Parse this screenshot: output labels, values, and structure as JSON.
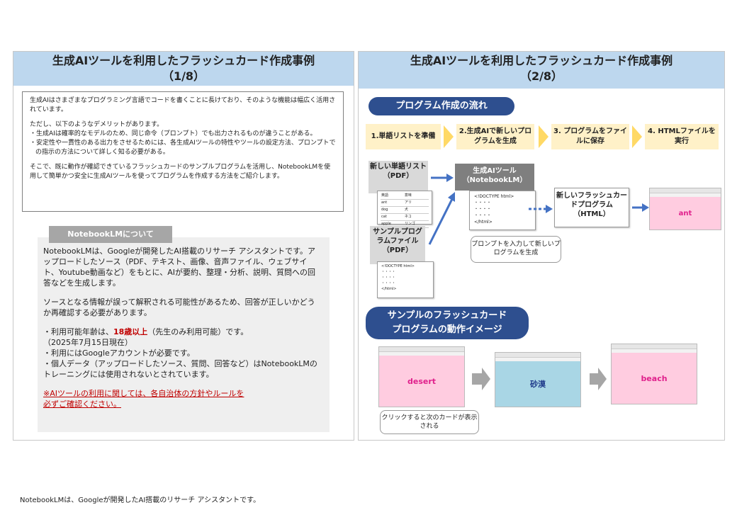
{
  "left": {
    "title_line1": "生成AIツールを利用したフラッシュカード作成事例",
    "title_line2": "（1/8）",
    "intro_p1": "生成AIはさまざまなプログラミング言語でコードを書くことに長けており、そのような機能は幅広く活用されています。",
    "intro_p2": "ただし、以下のようなデメリットがあります。",
    "intro_b1": "・生成AIは確率的なモデルのため、同じ命令（プロンプト）でも出力されるものが違うことがある。",
    "intro_b2": "・安定性や一貫性のある出力をさせるためには、各生成AIツールの特性やツールの設定方法、プロンプトでの指示の方法について詳しく知る必要がある。",
    "intro_p3": "そこで、既に動作が確認できているフラッシュカードのサンプルプログラムを活用し、NotebookLMを使用して簡単かつ安全に生成AIツールを使ってプログラムを作成する方法をご紹介します。",
    "nb_label": "NotebookLMについて",
    "nb_p1": "NotebookLMは、Googleが開発したAI搭載のリサーチ アシスタントです。アップロードしたソース（PDF、テキスト、画像、音声ファイル、ウェブサイト、Youtube動画など）をもとに、AIが要約、整理・分析、説明、質問への回答などを生成します。",
    "nb_p2": "ソースとなる情報が誤って解釈される可能性があるため、回答が正しいかどうか再確認する必要があります。",
    "nb_b1_pre": "・利用可能年齢は、",
    "nb_b1_em": "18歳以上",
    "nb_b1_post": "（先生のみ利用可能）です。",
    "nb_b1_date": "（2025年7月15日現在）",
    "nb_b2": "・利用にはGoogleアカウントが必要です。",
    "nb_b3": "・個人データ（アップロードしたソース、質問、回答など）はNotebookLMのトレーニングには使用されないとされています。",
    "nb_warn1": "※AIツールの利用に関しては、各自治体の方針やルールを",
    "nb_warn2": "必ずご確認ください。"
  },
  "right": {
    "title_line1": "生成AIツールを利用したフラッシュカード作成事例",
    "title_line2": "（2/8）",
    "flow_label": "プログラム作成の流れ",
    "steps": [
      "1.単語リストを準備",
      "2.生成AIで新しいプログラムを生成",
      "3. プログラムをファイルに保存",
      "4. HTMLファイルを実行"
    ],
    "wordlist_title": "新しい単語リスト（PDF）",
    "wordlist_rows": [
      [
        "英語",
        "意味"
      ],
      [
        "ant",
        "アリ"
      ],
      [
        "dog",
        "犬"
      ],
      [
        "cat",
        "ネコ"
      ],
      [
        "apple",
        "リンゴ"
      ]
    ],
    "sample_title": "サンプルプログラムファイル（PDF）",
    "code_lines": [
      "<!DOCTYPE html>",
      "・・・・",
      "・・・・",
      "・・・・",
      "</html>"
    ],
    "ai_tool_title": "生成AIツール（NotebookLM）",
    "new_prog_title": "新しいフラッシュカードプログラム（HTML）",
    "prompt_note": "プロンプトを入力して新しいプログラムを生成",
    "result_word": "ant",
    "demo_label_1": "サンプルのフラッシュカード",
    "demo_label_2": "プログラムの動作イメージ",
    "demo_words": [
      "desert",
      "砂漠",
      "beach"
    ],
    "click_note": "クリックすると次のカードが表示される"
  },
  "footer_note": "NotebookLMは、Googleが開発したAI搭載のリサーチ アシスタントです。",
  "colors": {
    "header_bg": "#bdd7ee",
    "pill_bg": "#2e4f8f",
    "step_bg": "#fff1c8",
    "chevron": "#ffd966",
    "arrow": "#4472c4",
    "card_pink": "#ffcce0",
    "card_blue": "#a9d6e5",
    "warn_red": "#c00000"
  }
}
